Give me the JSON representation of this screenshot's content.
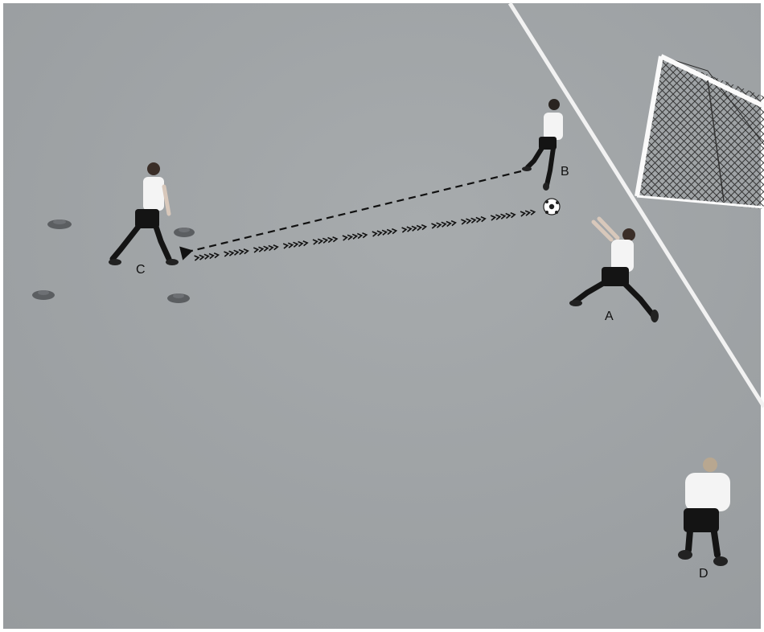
{
  "labels": {
    "a": "A",
    "b": "B",
    "c": "C",
    "d": "D"
  },
  "colors": {
    "floor": "#9fa3a6",
    "line": "#f2f2f2",
    "shirt": "#f4f4f4",
    "shorts": "#141414",
    "cone": "#5b5e61",
    "arrow": "#111111"
  },
  "icons": {
    "pass": "dashed-arrow",
    "dribble": "chevron-chain-arrow",
    "ball": "soccer-ball",
    "goal": "goal-net",
    "cone": "cone-marker"
  }
}
